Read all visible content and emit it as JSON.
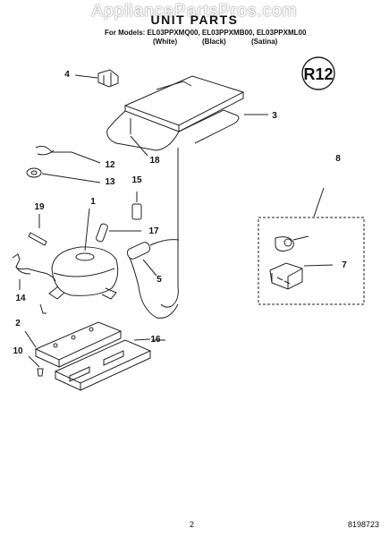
{
  "watermark": "AppliancePartsPros.com",
  "title": "UNIT PARTS",
  "models_line": "For Models: EL03PPXMQ00, EL03PPXMB00, EL03PPXML00",
  "variants": [
    "(White)",
    "(Black)",
    "(Satina)"
  ],
  "refrigerant_badge": "R12",
  "callouts": [
    "1",
    "2",
    "3",
    "4",
    "5",
    "7",
    "8",
    "10",
    "12",
    "13",
    "14",
    "15",
    "16",
    "17",
    "18",
    "19"
  ],
  "footer": {
    "page": "2",
    "doc_number": "8198723"
  }
}
